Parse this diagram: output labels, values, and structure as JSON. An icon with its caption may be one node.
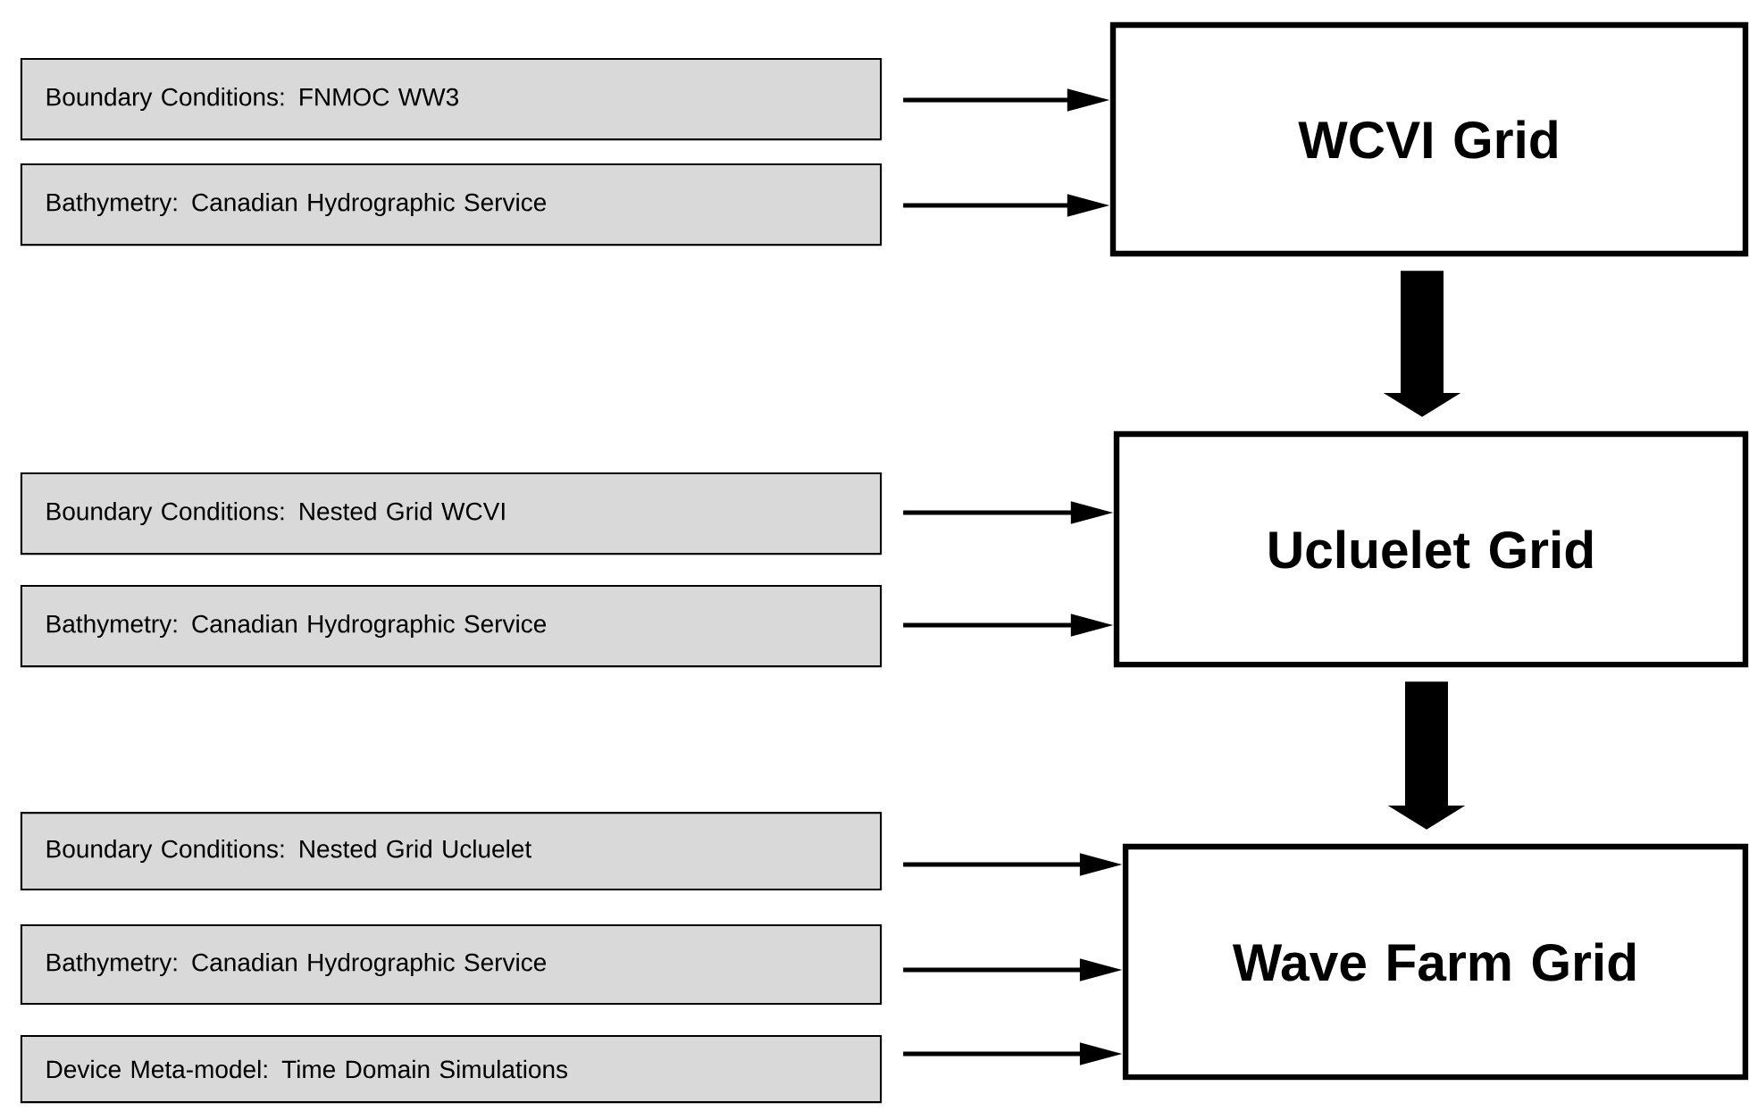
{
  "diagram": {
    "nodes": [
      {
        "text": [
          "WCVI Grid"
        ]
      },
      {
        "text": [
          "Boundary Conditions: FNMOC WW3"
        ]
      },
      {
        "text": [
          "Bathymetry: Canadian Hydrographic Service"
        ]
      },
      {
        "text": [
          "Ucluelet Grid"
        ]
      },
      {
        "text": [
          "Boundary Conditions: Nested Grid WCVI"
        ]
      },
      {
        "text": [
          "Bathymetry: Canadian Hydrographic Service"
        ]
      },
      {
        "text": [
          "Wave Farm Grid"
        ]
      },
      {
        "text": [
          "Boundary Conditions: Nested Grid Ucluelet"
        ]
      },
      {
        "text": [
          "Bathymetry: Canadian Hydrographic Service"
        ]
      },
      {
        "text": [
          "Device Meta-model: Time Domain Simulations"
        ]
      }
    ],
    "edges": [
      {
        "from": 1,
        "to": 0,
        "arrow": "to"
      },
      {
        "from": 2,
        "to": 0,
        "arrow": "to"
      },
      {
        "from": 0,
        "to": 3,
        "arrow": "to",
        "style": "thick"
      },
      {
        "from": 4,
        "to": 3,
        "arrow": "to"
      },
      {
        "from": 5,
        "to": 3,
        "arrow": "to"
      },
      {
        "from": 3,
        "to": 6,
        "arrow": "to",
        "style": "thick"
      },
      {
        "from": 7,
        "to": 6,
        "arrow": "to"
      },
      {
        "from": 8,
        "to": 6,
        "arrow": "to"
      },
      {
        "from": 9,
        "to": 6,
        "arrow": "to"
      }
    ]
  }
}
